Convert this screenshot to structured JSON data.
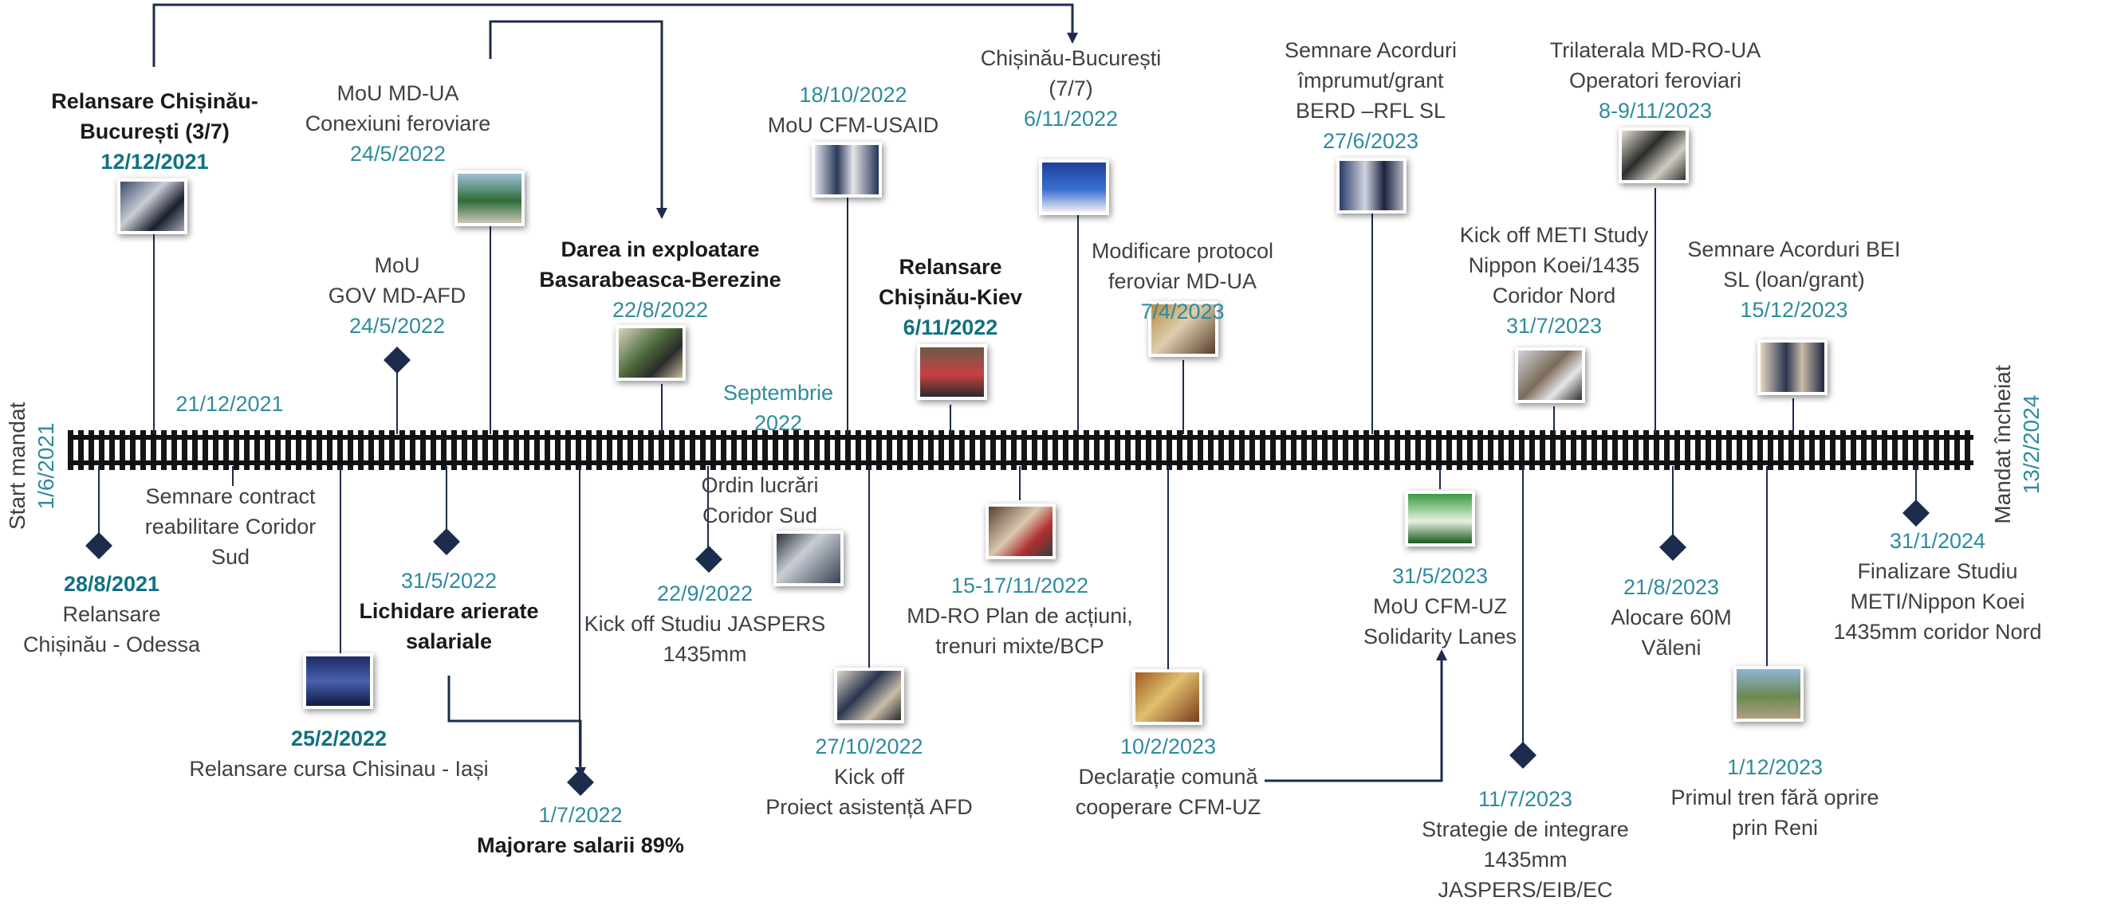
{
  "start": {
    "label": "Start mandat",
    "date": "1/6/2021"
  },
  "end": {
    "label": "Mandat încheiat",
    "date": "13/2/2024"
  },
  "events": [
    {
      "id": "e1",
      "date": "12/12/2021",
      "lines": [
        "Relansare Chișinău-",
        "București (3/7)"
      ],
      "date_first": false,
      "title_bold": true,
      "date_bold": true
    },
    {
      "id": "e2",
      "date": "24/5/2022",
      "lines": [
        "MoU MD-UA",
        "Conexiuni feroviare"
      ],
      "date_first": false
    },
    {
      "id": "e3",
      "date": "24/5/2022",
      "lines": [
        "MoU",
        "GOV MD-AFD"
      ],
      "date_first": false
    },
    {
      "id": "e4",
      "date": "21/12/2021",
      "lines": [],
      "date_first": true
    },
    {
      "id": "e5",
      "date": "22/8/2022",
      "lines": [
        "Darea in exploatare",
        "Basarabeasca-Berezine"
      ],
      "date_first": false,
      "title_bold": true
    },
    {
      "id": "e6",
      "date": "18/10/2022",
      "lines": [
        "MoU CFM-USAID"
      ],
      "date_first": true
    },
    {
      "id": "e7",
      "date": "6/11/2022",
      "lines": [
        "Chișinău-București",
        "(7/7)"
      ],
      "date_first": false
    },
    {
      "id": "e8",
      "date": "6/11/2022",
      "lines": [
        "Relansare",
        "Chișinău-Kiev"
      ],
      "date_first": false,
      "title_bold": true,
      "date_bold": true
    },
    {
      "id": "e9",
      "date": "Septembrie 2022",
      "lines": [],
      "date_first": true
    },
    {
      "id": "e10",
      "date": "7/4/2023",
      "lines": [
        "Modificare protocol",
        "feroviar MD-UA"
      ],
      "date_first": false
    },
    {
      "id": "e11",
      "date": "27/6/2023",
      "lines": [
        "Semnare Acorduri",
        "împrumut/grant",
        "BERD –RFL SL"
      ],
      "date_first": false
    },
    {
      "id": "e12",
      "date": "31/7/2023",
      "lines": [
        "Kick off METI Study",
        "Nippon Koei/1435",
        "Coridor Nord"
      ],
      "date_first": false
    },
    {
      "id": "e13",
      "date": "8-9/11/2023",
      "lines": [
        "Trilaterala MD-RO-UA",
        "Operatori feroviari"
      ],
      "date_first": false
    },
    {
      "id": "e14",
      "date": "15/12/2023",
      "lines": [
        "Semnare Acorduri BEI",
        "SL (loan/grant)"
      ],
      "date_first": false
    },
    {
      "id": "e15",
      "date": "28/8/2021",
      "lines": [
        "Relansare",
        "Chișinău - Odessa"
      ],
      "date_first": true,
      "date_bold": true
    },
    {
      "id": "e16",
      "date": "",
      "lines": [
        "Semnare contract",
        "reabilitare Coridor",
        "Sud"
      ],
      "date_first": true
    },
    {
      "id": "e17",
      "date": "25/2/2022",
      "lines": [
        "Relansare cursa Chisinau - Iași"
      ],
      "date_first": true,
      "date_bold": true
    },
    {
      "id": "e18",
      "date": "31/5/2022",
      "lines": [
        "Lichidare arierate",
        "salariale"
      ],
      "date_first": true,
      "title_bold": true
    },
    {
      "id": "e19",
      "date": "1/7/2022",
      "lines": [
        "Majorare salarii 89%"
      ],
      "date_first": true,
      "title_bold": true
    },
    {
      "id": "e20",
      "date": "22/9/2022",
      "lines": [
        "Kick off Studiu JASPERS",
        "1435mm"
      ],
      "date_first": true
    },
    {
      "id": "e21",
      "date": "",
      "lines": [
        "Ordin lucrări",
        "Coridor Sud"
      ],
      "date_first": true
    },
    {
      "id": "e22",
      "date": "27/10/2022",
      "lines": [
        "Kick off",
        "Proiect asistență AFD"
      ],
      "date_first": true
    },
    {
      "id": "e23",
      "date": "15-17/11/2022",
      "lines": [
        "MD-RO Plan de acțiuni,",
        "trenuri mixte/BCP"
      ],
      "date_first": true
    },
    {
      "id": "e24",
      "date": "10/2/2023",
      "lines": [
        "Declarație comună",
        "cooperare CFM-UZ"
      ],
      "date_first": true
    },
    {
      "id": "e25",
      "date": "31/5/2023",
      "lines": [
        "MoU CFM-UZ",
        "Solidarity Lanes"
      ],
      "date_first": true
    },
    {
      "id": "e26",
      "date": "11/7/2023",
      "lines": [
        "Strategie de integrare",
        "1435mm",
        "JASPERS/EIB/EC"
      ],
      "date_first": true
    },
    {
      "id": "e27",
      "date": "21/8/2023",
      "lines": [
        "Alocare 60M",
        "Văleni"
      ],
      "date_first": true
    },
    {
      "id": "e28",
      "date": "1/12/2023",
      "lines": [
        "Primul tren fără oprire",
        "prin Reni"
      ],
      "date_first": true
    },
    {
      "id": "e29",
      "date": "31/1/2024",
      "lines": [
        "Finalizare Studiu",
        "METI/Nippon Koei",
        "1435mm coridor Nord"
      ],
      "date_first": true
    }
  ],
  "colors": {
    "accent": "#2e8b9e",
    "accent_dark": "#117180",
    "navy": "#1c2c4c",
    "text": "#404040"
  }
}
